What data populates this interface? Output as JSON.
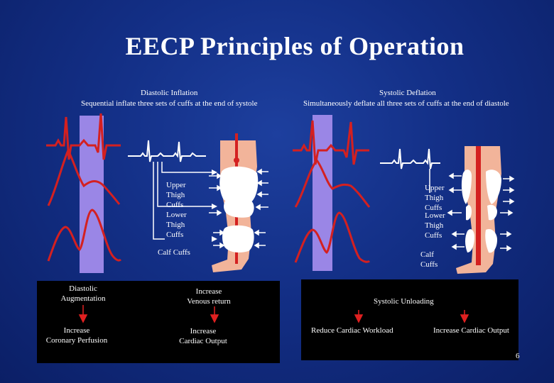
{
  "slide": {
    "title": "EECP Principles of Operation",
    "page_number": "6"
  },
  "left": {
    "heading": "Diastolic Inflation",
    "subheading": "Sequential inflate three sets of cuffs at the end of systole",
    "labels": {
      "upper_thigh_1": "Upper",
      "upper_thigh_2": "Thigh",
      "upper_thigh_3": "Cuffs",
      "lower_thigh_1": "Lower",
      "lower_thigh_2": "Thigh",
      "lower_thigh_3": "Cuffs",
      "calf": "Calf Cuffs"
    },
    "panel": {
      "diastolic_1": "Diastolic",
      "diastolic_2": "Augmentation",
      "increase_venous_1": "Increase",
      "increase_venous_2": "Venous  return",
      "increase_coronary_1": "Increase",
      "increase_coronary_2": "Coronary Perfusion",
      "increase_cardiac_1": "Increase",
      "increase_cardiac_2": "Cardiac Output"
    }
  },
  "right": {
    "heading": "Systolic Deflation",
    "subheading": "Simultaneously deflate all three sets of cuffs at the end of diastole",
    "labels": {
      "upper_thigh_1": "Upper",
      "upper_thigh_2": "Thigh",
      "upper_thigh_3": "Cuffs",
      "lower_thigh_1": "Lower",
      "lower_thigh_2": "Thigh",
      "lower_thigh_3": "Cuffs",
      "calf_1": "Calf",
      "calf_2": "Cuffs"
    },
    "panel": {
      "systolic_unloading": "Systolic Unloading",
      "reduce_workload": "Reduce Cardiac Workload",
      "increase_output": "Increase Cardiac Output"
    }
  },
  "colors": {
    "background": "#132f86",
    "waveform": "#d42020",
    "timing_bar": "#9a86e6",
    "leg": "#f2b49a",
    "cuff": "#ffffff",
    "panel": "#000000"
  }
}
